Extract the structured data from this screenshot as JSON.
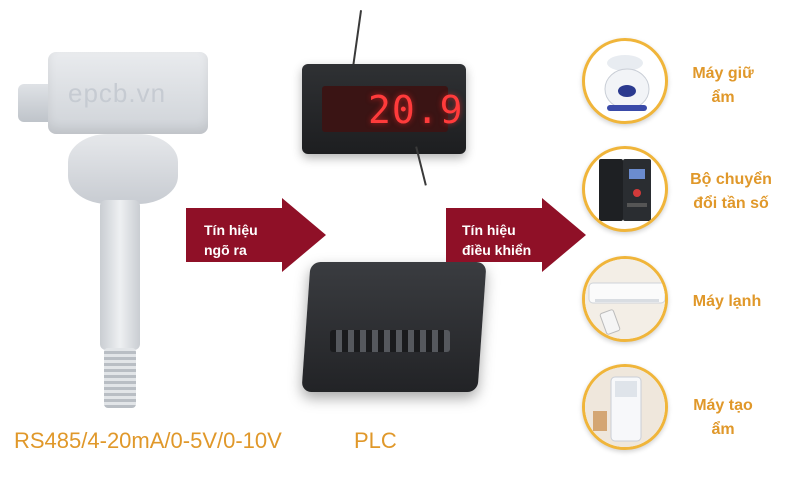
{
  "sensor": {
    "watermark": "epcb.vn",
    "label": "RS485/4-20mA/0-5V/0-10V"
  },
  "display": {
    "value": "20.9"
  },
  "plc": {
    "label": "PLC"
  },
  "arrows": [
    {
      "line1": "Tín hiệu",
      "line2": "ngõ ra"
    },
    {
      "line1": "Tín hiệu",
      "line2": "điều khiển"
    }
  ],
  "devices": [
    {
      "line1": "Máy giữ",
      "line2": "ẩm"
    },
    {
      "line1": "Bộ chuyển",
      "line2": "đổi tần số"
    },
    {
      "line1": "Máy lạnh",
      "line2": ""
    },
    {
      "line1": "Máy tạo",
      "line2": "ẩm"
    }
  ],
  "colors": {
    "arrow": "#8f1027",
    "label": "#e0982a",
    "circle_border": "#f0b53a",
    "display_digits": "#ff3b3b"
  }
}
